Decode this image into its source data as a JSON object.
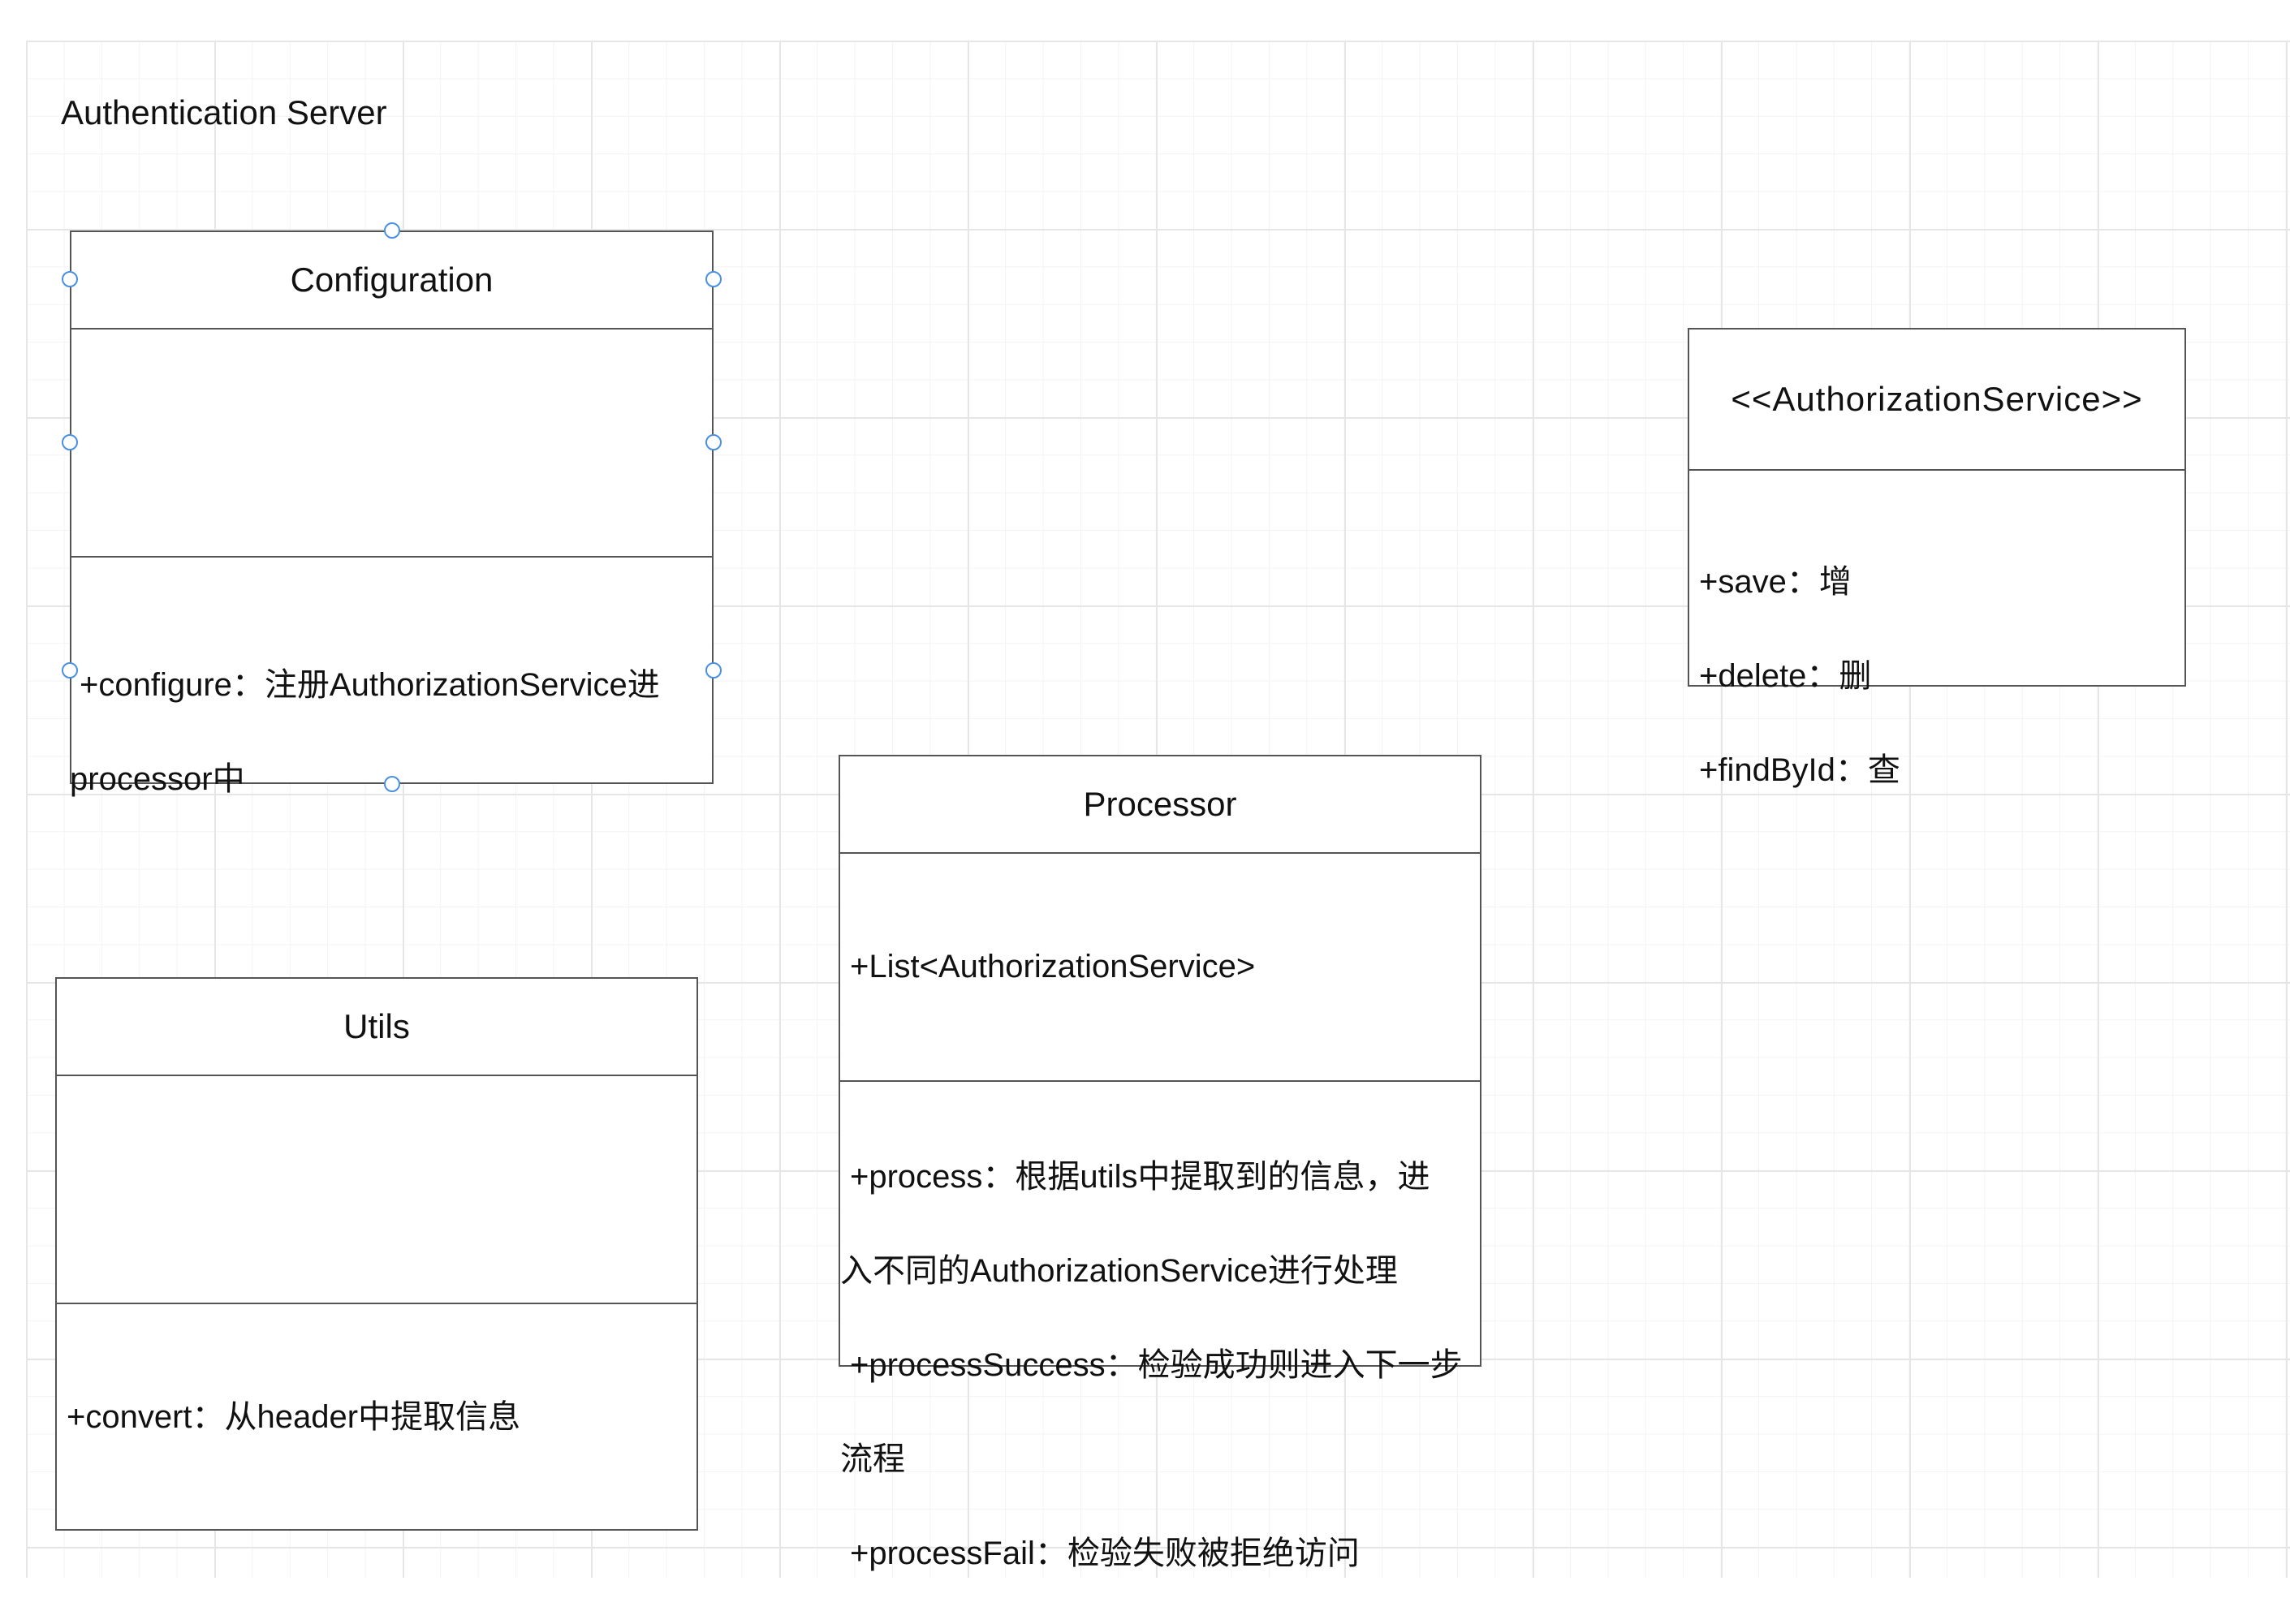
{
  "diagram": {
    "title": "Authentication Server"
  },
  "classes": {
    "configuration": {
      "name": "Configuration",
      "attributes": [],
      "operations": [
        "+configure：注册AuthorizationService进",
        "processor中"
      ]
    },
    "authorization_service": {
      "name": "<<AuthorizationService>>",
      "attributes": [],
      "operations": [
        "+save：增",
        "+delete：删",
        "+findById：查"
      ]
    },
    "processor": {
      "name": "Processor",
      "attributes": [
        "+List<AuthorizationService>"
      ],
      "operations": [
        "+process：根据utils中提取到的信息，进",
        "入不同的AuthorizationService进行处理",
        "+processSuccess：检验成功则进入下一步",
        "流程",
        "+processFail：检验失败被拒绝访问"
      ]
    },
    "utils": {
      "name": "Utils",
      "attributes": [],
      "operations": [
        "+convert：从header中提取信息"
      ]
    }
  },
  "selection": {
    "selected_class": "Configuration",
    "handle_color": "#4a90e2"
  }
}
